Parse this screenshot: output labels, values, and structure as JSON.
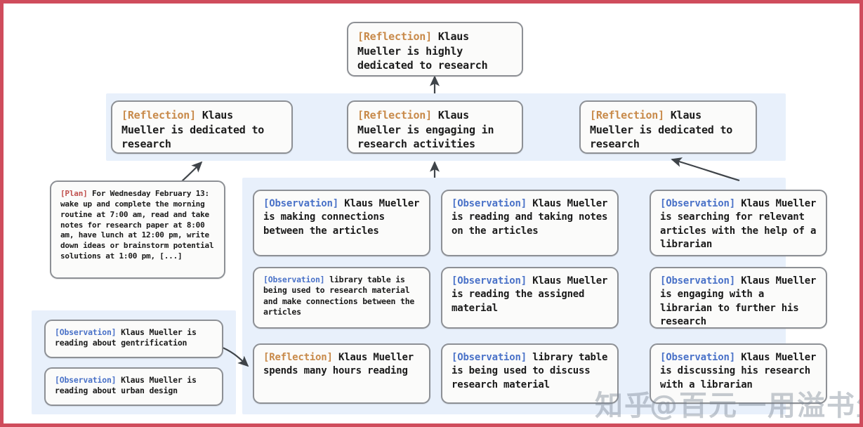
{
  "figure": {
    "border_color": "#cf4c5c",
    "panel_color": "#e8f0fb",
    "node_border_color": "#8d9095",
    "tag_colors": {
      "reflection": "#c88a4a",
      "observation": "#4a72c8",
      "plan": "#c0504d"
    }
  },
  "root": {
    "tag": "[Reflection]",
    "text": " Klaus Mueller is highly dedicated to research"
  },
  "reflections": [
    {
      "tag": "[Reflection]",
      "text": " Klaus Mueller is dedicated to research"
    },
    {
      "tag": "[Reflection]",
      "text": " Klaus Mueller is engaging in research activities"
    },
    {
      "tag": "[Reflection]",
      "text": " Klaus Mueller is dedicated to research"
    }
  ],
  "plan": {
    "tag": "[Plan]",
    "text": " For Wednesday February 13: wake up and complete the morning routine at 7:00 am, read and take notes for research paper at 8:00 am, have lunch at 12:00 pm, write down ideas or brainstorm potential solutions at 1:00 pm, [...]"
  },
  "left_group": {
    "items": [
      {
        "tag": "[Observation]",
        "text": " Klaus Mueller is reading about gentrification"
      },
      {
        "tag": "[Observation]",
        "text": " Klaus Mueller is reading about urban design"
      }
    ]
  },
  "column_one": {
    "items": [
      {
        "tag": "[Observation]",
        "text": " Klaus Mueller is making connections between the articles"
      },
      {
        "tag": "[Observation]",
        "text": " library table is being used to research material and make connections between the articles"
      },
      {
        "tag": "[Reflection]",
        "text": " Klaus Mueller spends many hours reading"
      }
    ]
  },
  "column_two": {
    "items": [
      {
        "tag": "[Observation]",
        "text": " Klaus Mueller is reading and taking notes on the articles"
      },
      {
        "tag": "[Observation]",
        "text": " Klaus Mueller is reading the assigned material"
      },
      {
        "tag": "[Observation]",
        "text": " library table is being used to discuss research material"
      }
    ]
  },
  "column_three": {
    "items": [
      {
        "tag": "[Observation]",
        "text": " Klaus Mueller is searching for relevant articles with the help of a librarian"
      },
      {
        "tag": "[Observation]",
        "text": " Klaus Mueller is engaging with a librarian to further his research"
      },
      {
        "tag": "[Observation]",
        "text": " Klaus Mueller is discussing his research with a librarian"
      }
    ]
  },
  "watermark": {
    "logo": "知乎",
    "handle": "@百元一用溢书生"
  }
}
